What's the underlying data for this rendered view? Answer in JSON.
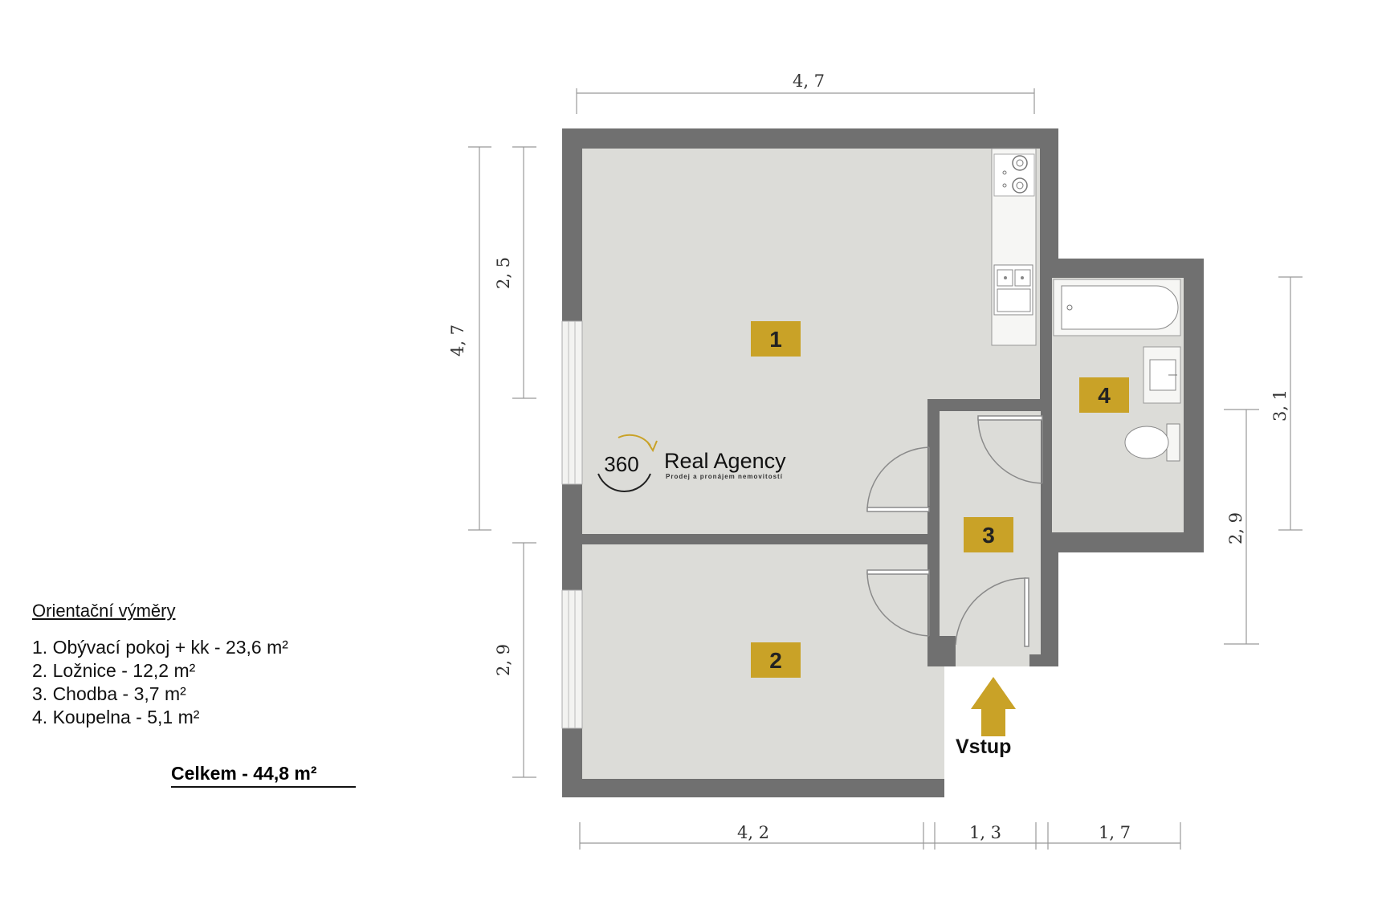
{
  "dimensions": {
    "top_width": "4, 7",
    "left_total_height": "4, 7",
    "left_upper_height": "2, 5",
    "left_lower_height": "2, 9",
    "right_bath_height": "3, 1",
    "right_lower_height": "2, 9",
    "bottom_left_width": "4, 2",
    "bottom_mid_width": "1, 3",
    "bottom_right_width": "1, 7"
  },
  "rooms": [
    {
      "number": "1"
    },
    {
      "number": "2"
    },
    {
      "number": "3"
    },
    {
      "number": "4"
    }
  ],
  "logo": {
    "number": "360",
    "name": "Real Agency",
    "tagline": "Prodej a pronájem nemovitostí"
  },
  "legend": {
    "title": "Orientační výměry",
    "items": [
      "1. Obývací pokoj + kk - 23,6 m²",
      "2. Ložnice - 12,2 m²",
      "3. Chodba - 3,7 m²",
      "4. Koupelna - 5,1 m²"
    ],
    "total": "Celkem - 44,8 m²"
  },
  "entrance": {
    "label": "Vstup"
  },
  "colors": {
    "wall": "#707070",
    "floor": "#dcdcd8",
    "badge": "#c9a227",
    "arrow": "#c9a227"
  }
}
